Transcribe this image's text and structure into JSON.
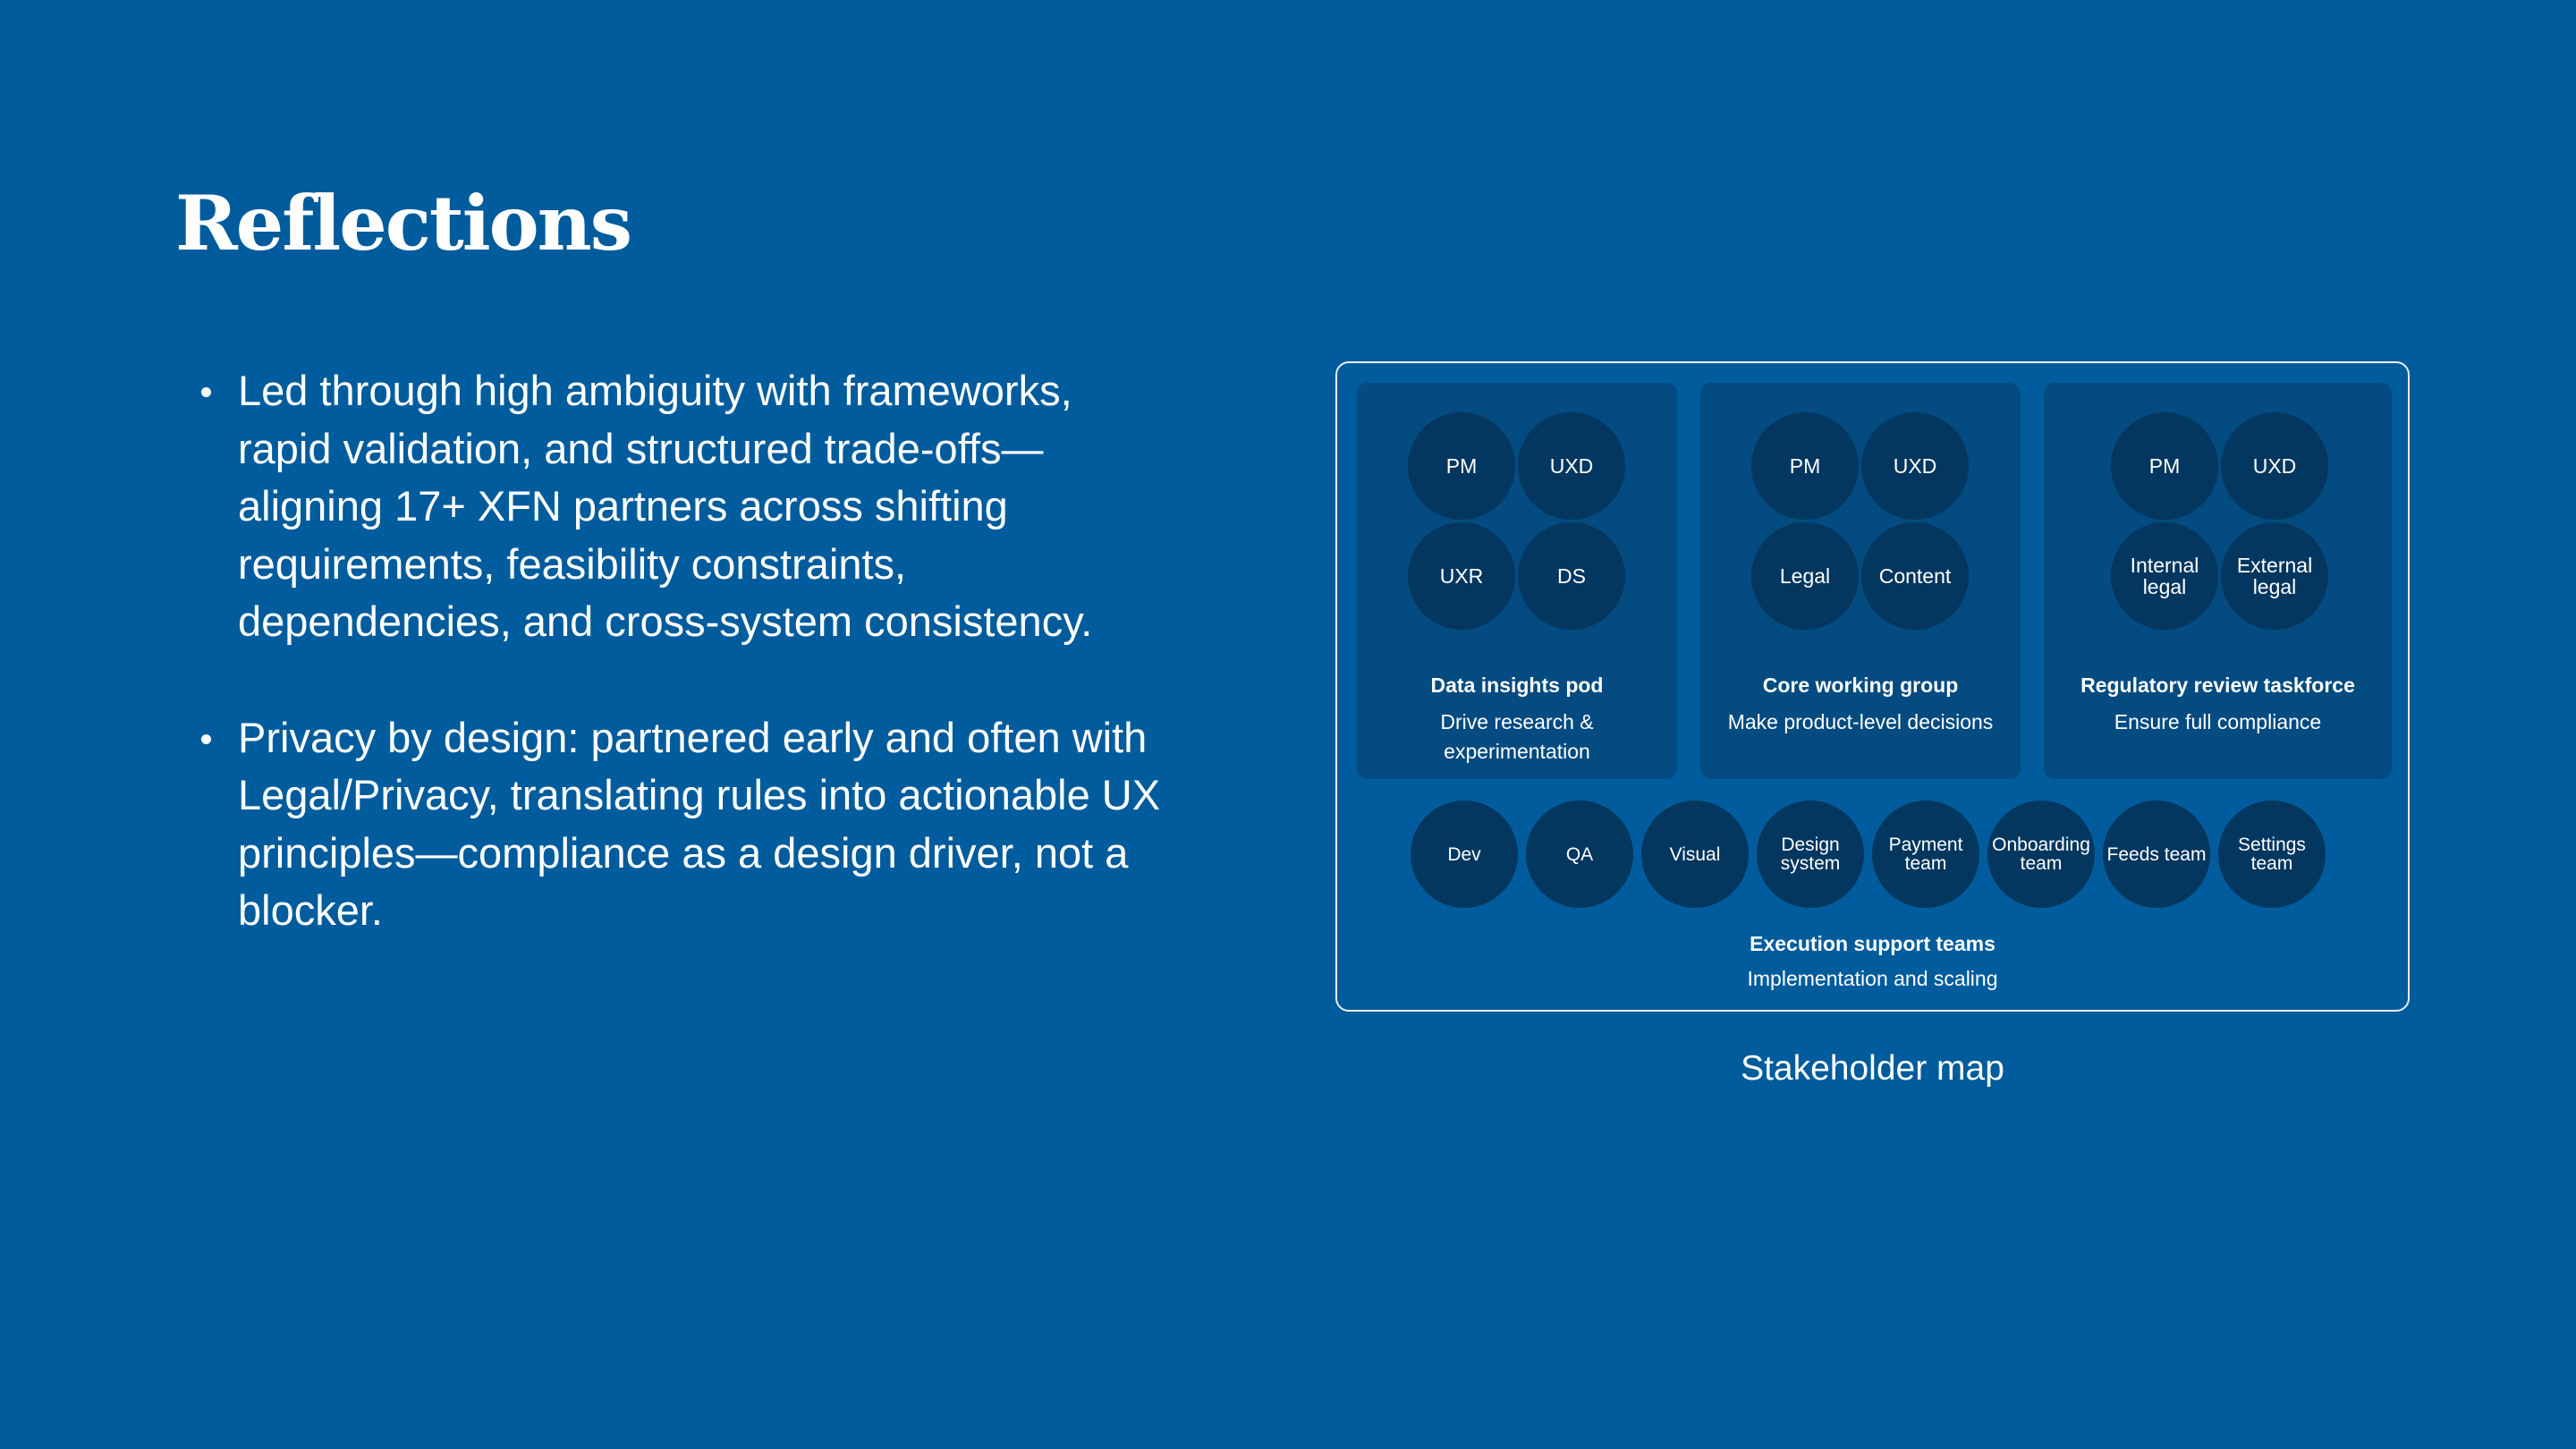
{
  "title": "Reflections",
  "bullets": [
    "Led through high ambiguity with frameworks, rapid validation, and structured trade-offs—aligning 17+ XFN partners across shifting requirements, feasibility constraints, dependencies, and cross-system consistency.",
    "Privacy by design: partnered early and often with Legal/Privacy, translating rules into actionable UX principles—compliance as a design driver, not a blocker."
  ],
  "map": {
    "groups": [
      {
        "members": [
          "PM",
          "UXD",
          "UXR",
          "DS"
        ],
        "title": "Data insights pod",
        "desc": "Drive research & experimentation"
      },
      {
        "members": [
          "PM",
          "UXD",
          "Legal",
          "Content"
        ],
        "title": "Core working group",
        "desc": "Make product-level decisions"
      },
      {
        "members": [
          "PM",
          "UXD",
          "Internal legal",
          "External legal"
        ],
        "title": "Regulatory review taskforce",
        "desc": "Ensure full compliance"
      }
    ],
    "execution": {
      "members": [
        "Dev",
        "QA",
        "Visual",
        "Design system",
        "Payment team",
        "Onboarding team",
        "Feeds team",
        "Settings team"
      ],
      "title": "Execution support teams",
      "desc": "Implementation and scaling"
    },
    "caption": "Stakeholder map"
  },
  "colors": {
    "background": "#005c9c",
    "panel": "#034b80",
    "circle": "#03375f"
  }
}
